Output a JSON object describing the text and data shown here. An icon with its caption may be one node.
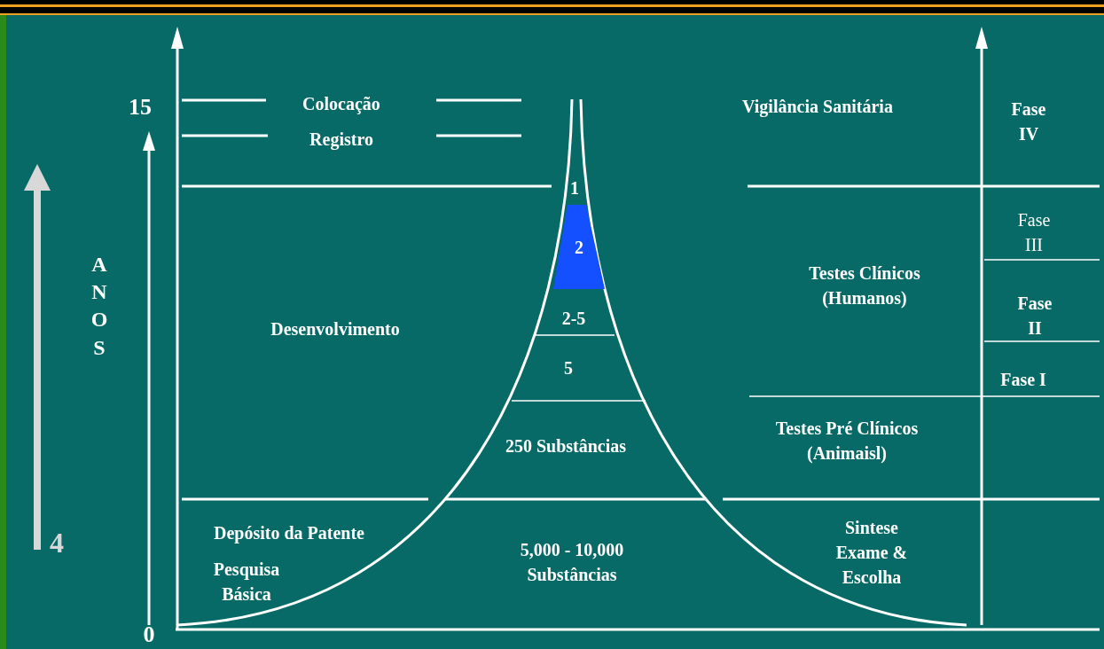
{
  "diagram": {
    "nodes": [
      {
        "text": [
          "2"
        ]
      }
    ],
    "labels": [
      "15",
      "Colocação",
      "Vigilância Sanitária",
      "Fase IV",
      "Registro",
      "1",
      "Fase III",
      "ANOS",
      "Testes Clínicos (Humanos)",
      "Fase II",
      "Desenvolvimento",
      "2-5",
      "5",
      "Fase I",
      "Testes Pré Clínicos (Animaisl)",
      "250 Substâncias",
      "4",
      "Depósito da Patente",
      "5,000 - 10,000 Substâncias",
      "Sintese Exame & Escolha",
      "Pesquisa Básica",
      "0"
    ]
  }
}
